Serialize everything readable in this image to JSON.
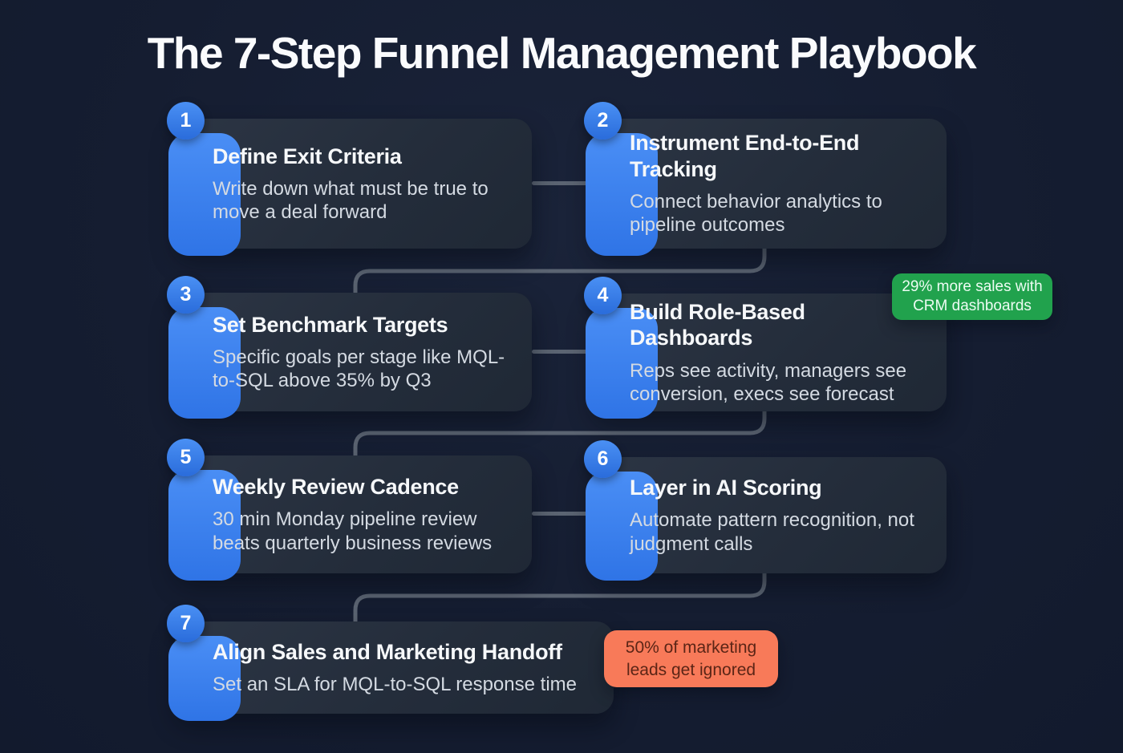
{
  "title": "The 7-Step Funnel Management Playbook",
  "steps": [
    {
      "number": "1",
      "title": "Define Exit Criteria",
      "description": "Write down what must be true to move a deal forward"
    },
    {
      "number": "2",
      "title": "Instrument End-to-End Tracking",
      "description": "Connect behavior analytics to pipeline outcomes"
    },
    {
      "number": "3",
      "title": "Set Benchmark Targets",
      "description": "Specific goals per stage like MQL-to-SQL above 35% by Q3"
    },
    {
      "number": "4",
      "title": "Build Role-Based Dashboards",
      "description": "Reps see activity, managers see conversion, execs see forecast"
    },
    {
      "number": "5",
      "title": "Weekly Review Cadence",
      "description": "30 min Monday pipeline review beats quarterly business reviews"
    },
    {
      "number": "6",
      "title": "Layer in AI Scoring",
      "description": "Automate pattern recognition, not judgment calls"
    },
    {
      "number": "7",
      "title": "Align Sales and Marketing Handoff",
      "description": "Set an SLA for MQL-to-SQL response time"
    }
  ],
  "callouts": [
    {
      "text": "29% more sales with CRM dashboards",
      "color": "#21a24d"
    },
    {
      "text": "50% of marketing leads get ignored",
      "color": "#f87a59"
    }
  ],
  "colors": {
    "background": "#161e33",
    "card": "#242d3b",
    "accent_blue": "#3b82f6",
    "connector_gray": "#5b6472",
    "callout_green": "#21a24d",
    "callout_orange": "#f87a59"
  }
}
